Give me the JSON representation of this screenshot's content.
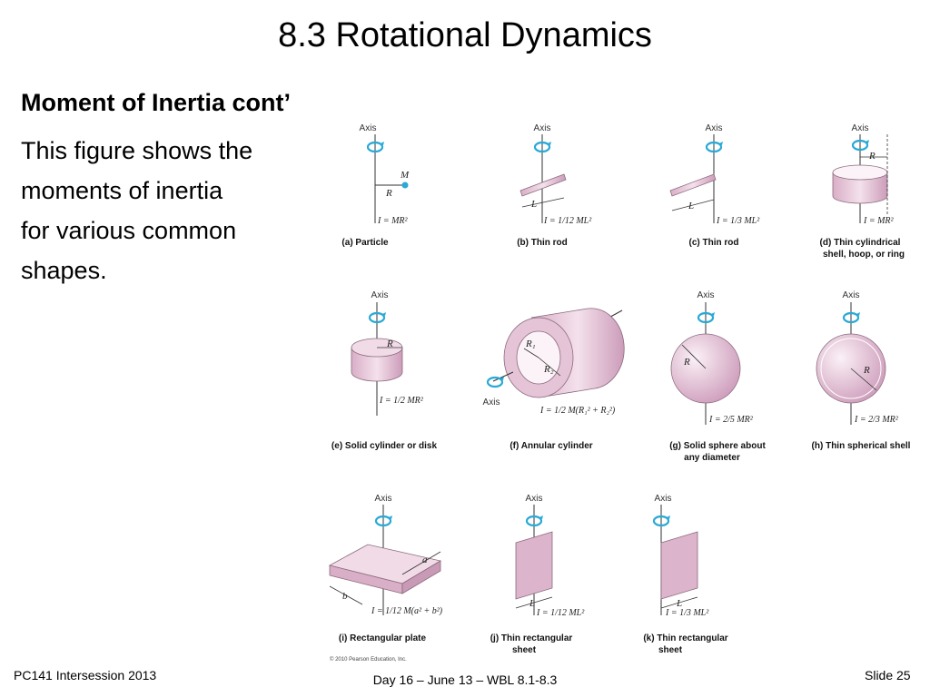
{
  "slide": {
    "title": "8.3  Rotational Dynamics",
    "subheading": "Moment of Inertia cont’",
    "body_lines": [
      "This figure shows the",
      "moments of inertia",
      "for various common",
      "shapes."
    ]
  },
  "figure": {
    "axis_label": "Axis",
    "copyright": "© 2010 Pearson Education, Inc.",
    "panels": [
      {
        "caption": "(a) Particle",
        "formula": "I = MR²",
        "labels": [
          "M",
          "R"
        ]
      },
      {
        "caption": "(b) Thin rod",
        "formula": "I = 1/12 ML²",
        "labels": [
          "L"
        ]
      },
      {
        "caption": "(c) Thin rod",
        "formula": "I = 1/3 ML²",
        "labels": [
          "L"
        ]
      },
      {
        "caption": "(d) Thin cylindrical",
        "caption2": "shell, hoop, or ring",
        "formula": "I = MR²",
        "labels": [
          "R"
        ]
      },
      {
        "caption": "(e) Solid cylinder or disk",
        "formula": "I = 1/2 MR²",
        "labels": [
          "R"
        ]
      },
      {
        "caption": "(f) Annular cylinder",
        "formula": "I = 1/2 M(R₁² + R₂²)",
        "labels": [
          "R₁",
          "R₂"
        ]
      },
      {
        "caption": "(g) Solid sphere about",
        "caption2": "any diameter",
        "formula": "I = 2/5 MR²",
        "labels": [
          "R"
        ]
      },
      {
        "caption": "(h) Thin spherical shell",
        "formula": "I = 2/3 MR²",
        "labels": [
          "R"
        ]
      },
      {
        "caption": "(i) Rectangular plate",
        "formula": "I = 1/12 M(a² + b²)",
        "labels": [
          "a",
          "b"
        ]
      },
      {
        "caption": "(j) Thin rectangular",
        "caption2": "sheet",
        "formula": "I = 1/12 ML²",
        "labels": [
          "L"
        ]
      },
      {
        "caption": "(k) Thin rectangular",
        "caption2": "sheet",
        "formula": "I = 1/3 ML²",
        "labels": [
          "L"
        ]
      }
    ]
  },
  "footer": {
    "left": "PC141 Intersession 2013",
    "center": "Day 16 – June 13 – WBL 8.1-8.3",
    "right": "Slide 25"
  },
  "colors": {
    "shape_fill": "#e6c4d8",
    "shape_dark": "#c99ab6",
    "rotation_arrow": "#29a9d6"
  }
}
